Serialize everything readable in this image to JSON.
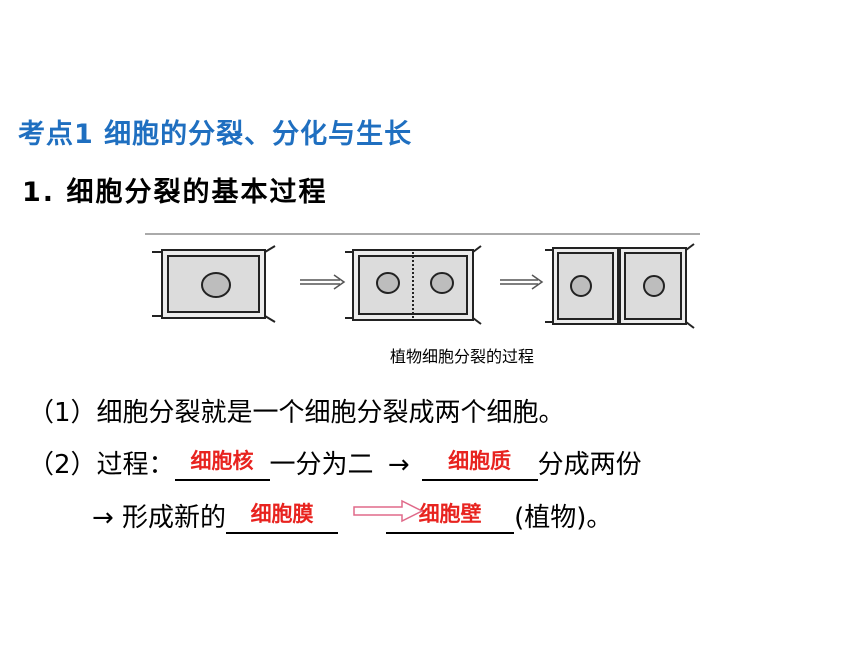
{
  "heading": "考点1  细胞的分裂、分化与生长",
  "subheading": "1.  细胞分裂的基本过程",
  "figure": {
    "caption": "植物细胞分裂的过程"
  },
  "point1": "（1）细胞分裂就是一个细胞分裂成两个细胞。",
  "point2": {
    "prefix": "（2）过程：",
    "answer1": "细胞核",
    "mid1": "一分为二 ",
    "arrow": "→",
    "answer2": "细胞质",
    "suffix": "分成两份"
  },
  "point3": {
    "prefix": "→ 形成新的",
    "answer3": "细胞膜",
    "answer4": "细胞壁",
    "suffix": "(植物)。"
  },
  "colors": {
    "heading": "#1f6fc0",
    "answer": "#e8231f",
    "hollow_arrow": "#e06a8a"
  }
}
